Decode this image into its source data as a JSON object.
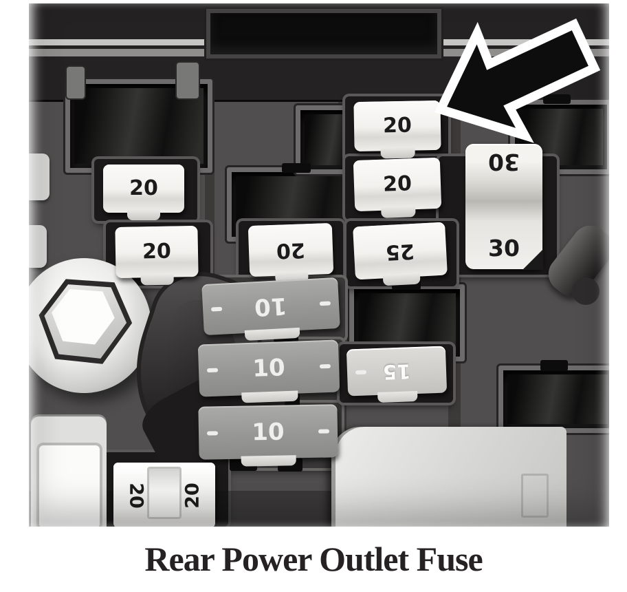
{
  "figure": {
    "caption": "Rear Power Outlet Fuse"
  },
  "palette": {
    "photo_background": "#504e4e",
    "top_band": "#242222",
    "fuse_white": "#f2f1ee",
    "fuse_gray": "#979795",
    "fuse_text_dark": "#1b1b1b",
    "fuse_text_light": "#efefed",
    "arrow_fill": "#0d0d0d",
    "arrow_outline": "#ffffff",
    "caption_color": "#262223"
  },
  "fuses": {
    "target": {
      "label": "20"
    },
    "col_c_second": {
      "label": "20"
    },
    "maxi": {
      "top_label": "30",
      "bottom_label": "30"
    },
    "col_a_first": {
      "label": "20"
    },
    "col_a_second": {
      "label": "20"
    },
    "col_b_mirrored": {
      "label": "20"
    },
    "col_c_mirrored": {
      "label": "25"
    },
    "gray_top": {
      "label": "10"
    },
    "gray_mid": {
      "label": "10"
    },
    "gray_bottom": {
      "label": "10"
    },
    "mini_15": {
      "label": "15"
    },
    "cartridge_bottom": {
      "left_label": "20",
      "right_label": "20"
    }
  }
}
